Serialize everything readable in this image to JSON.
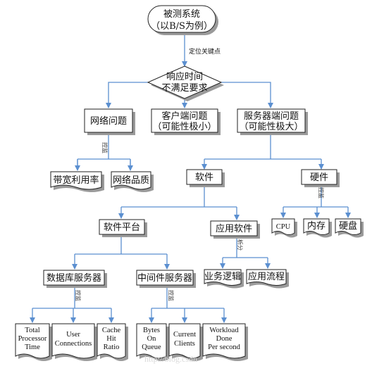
{
  "nodes": {
    "system_l1": "被测系统",
    "system_l2": "（以B/S为例）",
    "locate": "定位关键点",
    "resp_l1": "响应时间",
    "resp_l2": "不满足要求",
    "network": "网络问题",
    "client_l1": "客户端问题",
    "client_l2": "（可能性极小）",
    "server_l1": "服务器端问题",
    "server_l2": "（可能性极大）",
    "monitor_net": "控监",
    "bandwidth": "带宽利用率",
    "net_quality": "网络品质",
    "software": "软件",
    "hardware": "硬件",
    "monitor_hw": "控监",
    "cpu": "CPU",
    "memory": "内存",
    "disk": "硬盘",
    "sw_platform": "软件平台",
    "app_sw": "应用软件",
    "analyze": "析分",
    "biz_logic": "业务逻辑",
    "app_flow": "应用流程",
    "db_server": "数据库服务器",
    "mw_server": "中间件服务器",
    "monitor_db": "控监",
    "monitor_mw": "控监",
    "db1_l1": "Total",
    "db1_l2": "Processor",
    "db1_l3": "Time",
    "db2_l1": "User",
    "db2_l2": "Connections",
    "db3_l1": "Cache",
    "db3_l2": "Hit",
    "db3_l3": "Ratio",
    "mw1_l1": "Bytes",
    "mw1_l2": "On",
    "mw1_l3": "Queue",
    "mw2_l1": "Current",
    "mw2_l2": "Clients",
    "mw3_l1": "Workload",
    "mw3_l2": "Done",
    "mw3_l3": "Per second"
  },
  "watermark": "http://blog.csdn",
  "colors": {
    "connector": "#5b8fd0",
    "border": "#222222",
    "shadow": "#9a9a9a"
  }
}
